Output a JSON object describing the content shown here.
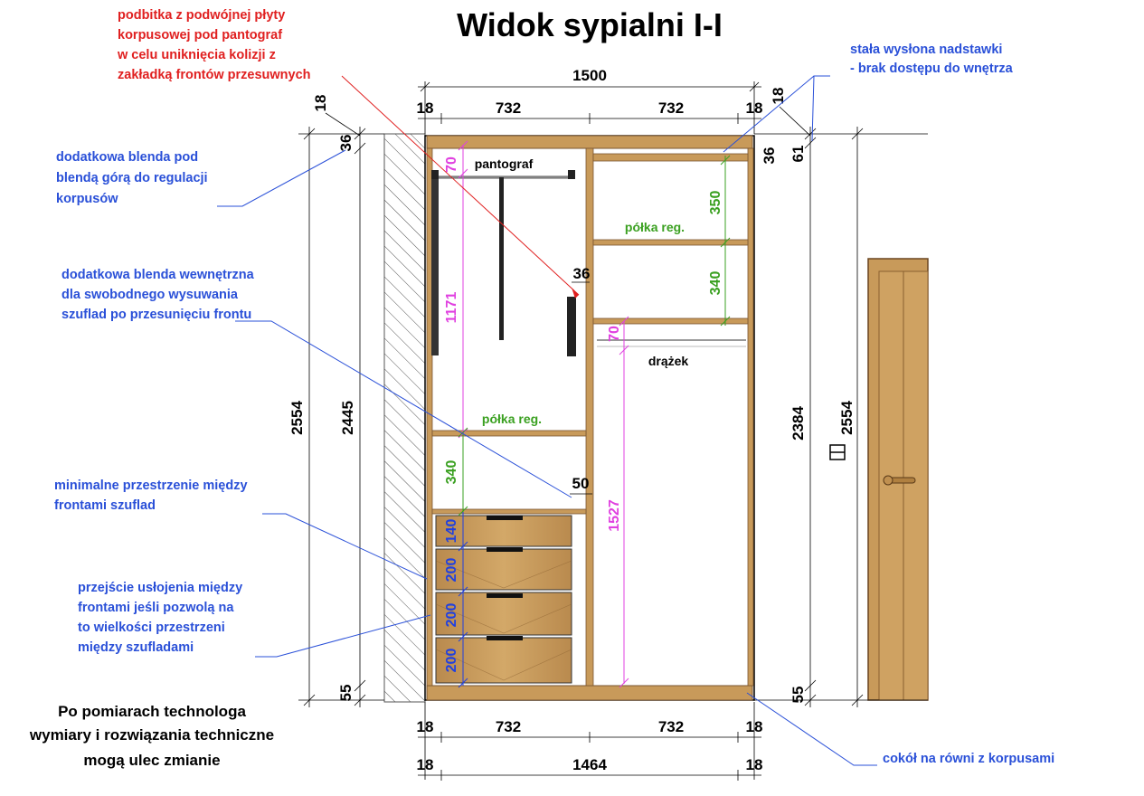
{
  "title": "Widok sypialni I-I",
  "annotations": {
    "red_note": [
      "podbitka z podwójnej płyty",
      "korpusowej pod pantograf",
      "w celu uniknięcia kolizji z",
      "zakładką frontów przesuwnych"
    ],
    "blende_top": [
      "dodatkowa blenda pod",
      "blendą górą do regulacji",
      "korpusów"
    ],
    "blende_inner": [
      "dodatkowa blenda wewnętrzna",
      "dla swobodnego wysuwania",
      "szuflad po przesunięciu frontu"
    ],
    "min_space": [
      "minimalne przestrzenie między",
      "frontami szuflad"
    ],
    "transition": [
      "przejście usłojenia między",
      "frontami jeśli pozwolą na",
      "to wielkości przestrzeni",
      "między szufladami"
    ],
    "fixed_top": [
      "stała wysłona nadstawki",
      "- brak dostępu do wnętrza"
    ],
    "plinth": "cokół na równi z korpusami",
    "disclaimer": [
      "Po pomiarach technologa",
      "wymiary i rozwiązania techniczne",
      "mogą ulec zmianie"
    ]
  },
  "labels": {
    "pantograph": "pantograf",
    "shelf_right": "półka reg.",
    "shelf_left": "półka reg.",
    "rod": "drążek"
  },
  "dimensions": {
    "top_total": "1500",
    "top_left_end": "18",
    "top_left": "732",
    "top_right": "732",
    "top_right_end": "18",
    "bottom_left_end": "18",
    "bottom_left": "732",
    "bottom_right": "732",
    "bottom_right_end": "18",
    "bottom2_left_end": "18",
    "bottom2_total": "1464",
    "bottom2_right_end": "18",
    "left_total": "2554",
    "left_inner": "2445",
    "left_top_small": "36",
    "left_top_corner": "18",
    "left_bottom": "55",
    "right_inner": "2384",
    "right_total": "2554",
    "right_top_a": "36",
    "right_top_b": "61",
    "right_top_corner": "18",
    "right_bottom": "55",
    "panto_top": "70",
    "panto_height": "1171",
    "panto_side": "36",
    "shelf_gap_left": "340",
    "gap_50": "50",
    "drawer1": "140",
    "drawer2": "200",
    "drawer3": "200",
    "drawer4": "200",
    "right_shelf1": "350",
    "right_shelf2": "340",
    "rod_top": "70",
    "rod_height": "1527"
  },
  "colors": {
    "wood": "#c89a5a",
    "wood_dark": "#a0703a",
    "magenta": "#e040e0",
    "green": "#3aa020",
    "blue_note": "#2a50d8",
    "red_note": "#e02020"
  }
}
